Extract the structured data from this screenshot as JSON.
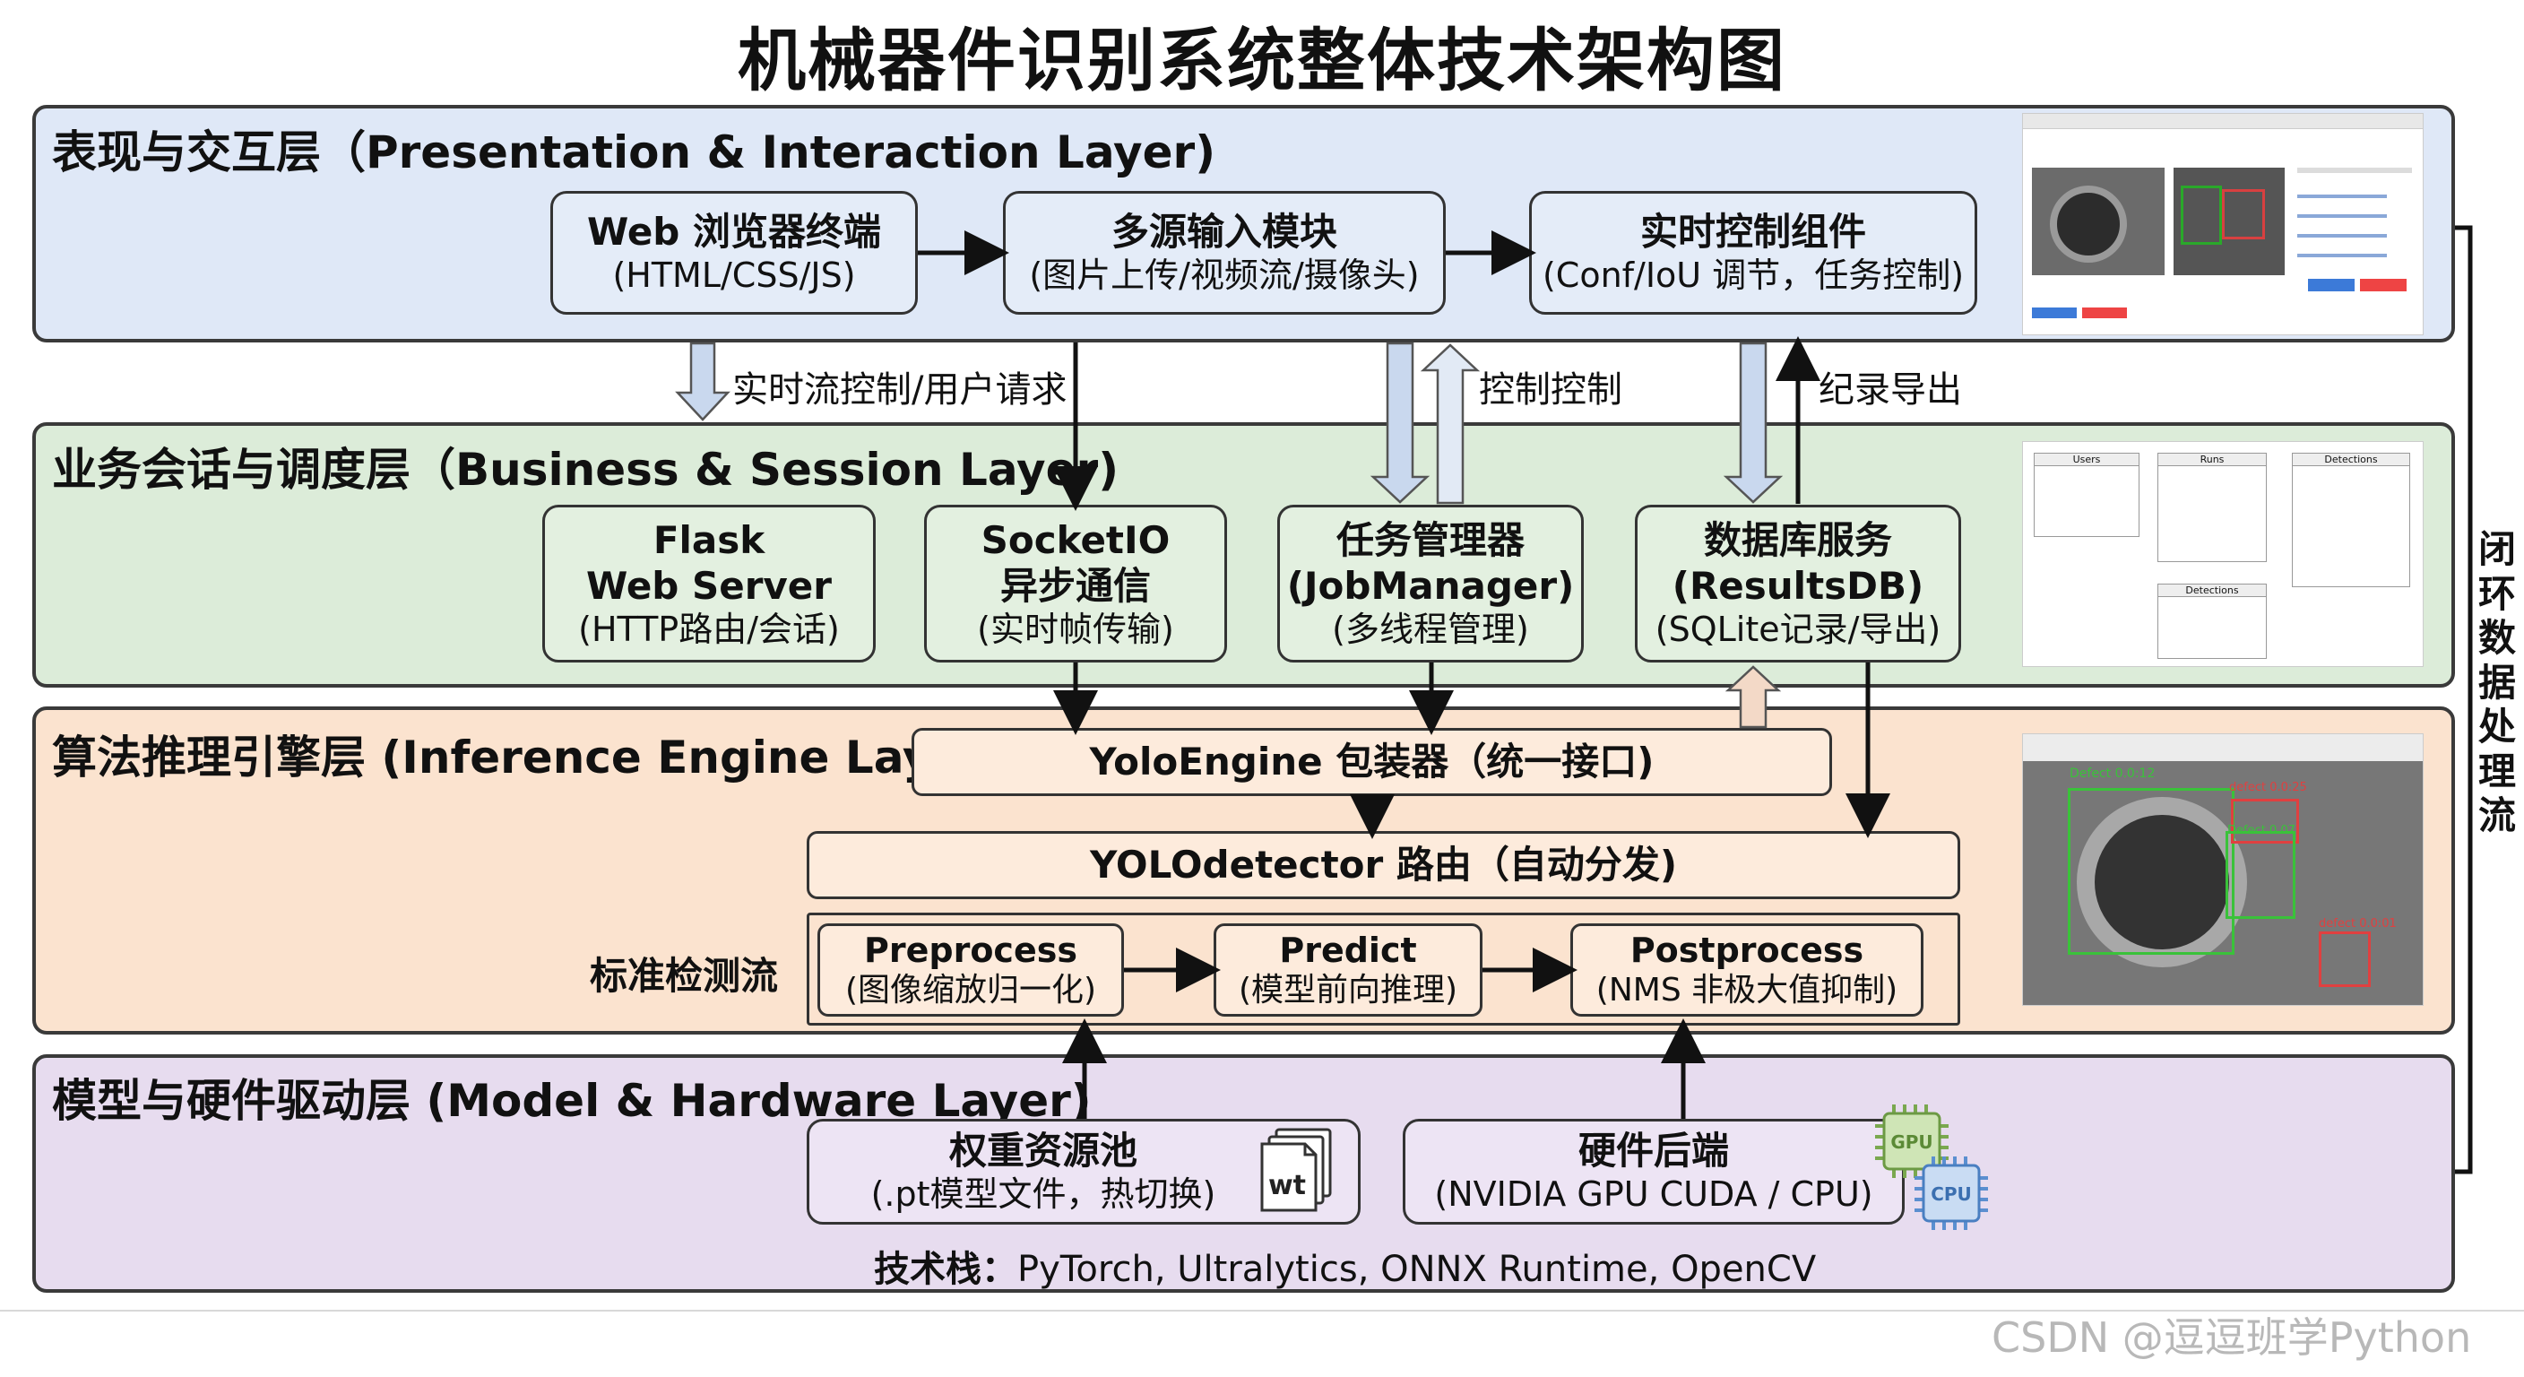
{
  "title": "机械器件识别系统整体技术架构图",
  "side_label": "闭环数据处理流",
  "watermark": "CSDN @逗逗班学Python",
  "layers": {
    "presentation": {
      "title": "表现与交互层（Presentation & Interaction Layer)",
      "boxes": {
        "web": {
          "title": "Web 浏览器终端",
          "sub": "(HTML/CSS/JS)"
        },
        "input": {
          "title": "多源输入模块",
          "sub": "(图片上传/视频流/摄像头)"
        },
        "control": {
          "title": "实时控制组件",
          "sub": "(Conf/IoU 调节，任务控制)"
        }
      }
    },
    "business": {
      "title": "业务会话与调度层（Business & Session Layer)",
      "boxes": {
        "flask": {
          "title1": "Flask",
          "title2": "Web Server",
          "sub": "(HTTP路由/会话)"
        },
        "socket": {
          "title1": "SocketIO",
          "title2": "异步通信",
          "sub": "(实时帧传输)"
        },
        "job": {
          "title1": "任务管理器",
          "title2": "(JobManager)",
          "sub": "(多线程管理)"
        },
        "db": {
          "title1": "数据库服务",
          "title2": "(ResultsDB)",
          "sub": "(SQLite记录/导出)"
        }
      }
    },
    "inference": {
      "title": "算法推理引擎层 (Inference Engine Layer)",
      "engine": "YoloEngine 包装器（统一接口)",
      "detector": "YOLOdetector 路由（自动分发)",
      "flow_label": "标准检测流",
      "steps": {
        "pre": {
          "title": "Preprocess",
          "sub": "(图像缩放归一化)"
        },
        "predict": {
          "title": "Predict",
          "sub": "(模型前向推理)"
        },
        "post": {
          "title": "Postprocess",
          "sub": "(NMS 非极大值抑制)"
        }
      }
    },
    "model": {
      "title": "模型与硬件驱动层 (Model & Hardware Layer)",
      "weights": {
        "title": "权重资源池",
        "sub": "(.pt模型文件，热切换)",
        "icon_text": "wt"
      },
      "hardware": {
        "title": "硬件后端",
        "sub": "(NVIDIA GPU CUDA / CPU)",
        "gpu": "GPU",
        "cpu": "CPU"
      },
      "tech_label": "技术栈：",
      "tech_stack": "PyTorch, Ultralytics, ONNX Runtime, OpenCV"
    }
  },
  "arrow_labels": {
    "stream": "实时流控制/用户请求",
    "control": "控制控制",
    "export": "纪录导出"
  },
  "thumb_db": {
    "t1": "Users",
    "t2": "Runs",
    "t3": "Detections",
    "t4": "Detections"
  },
  "thumb_det": {
    "d1": "Defect 0.0:12",
    "d2": "defect 0.0:25",
    "d3": "Defect 0.07",
    "d4": "defect 0.0:01"
  },
  "colors": {
    "presentation_bg": "#dfe8f7",
    "business_bg": "#dcecd9",
    "inference_bg": "#fbe3cf",
    "model_bg": "#e7dcef",
    "hollow_arrow": "#c9d8ee"
  }
}
